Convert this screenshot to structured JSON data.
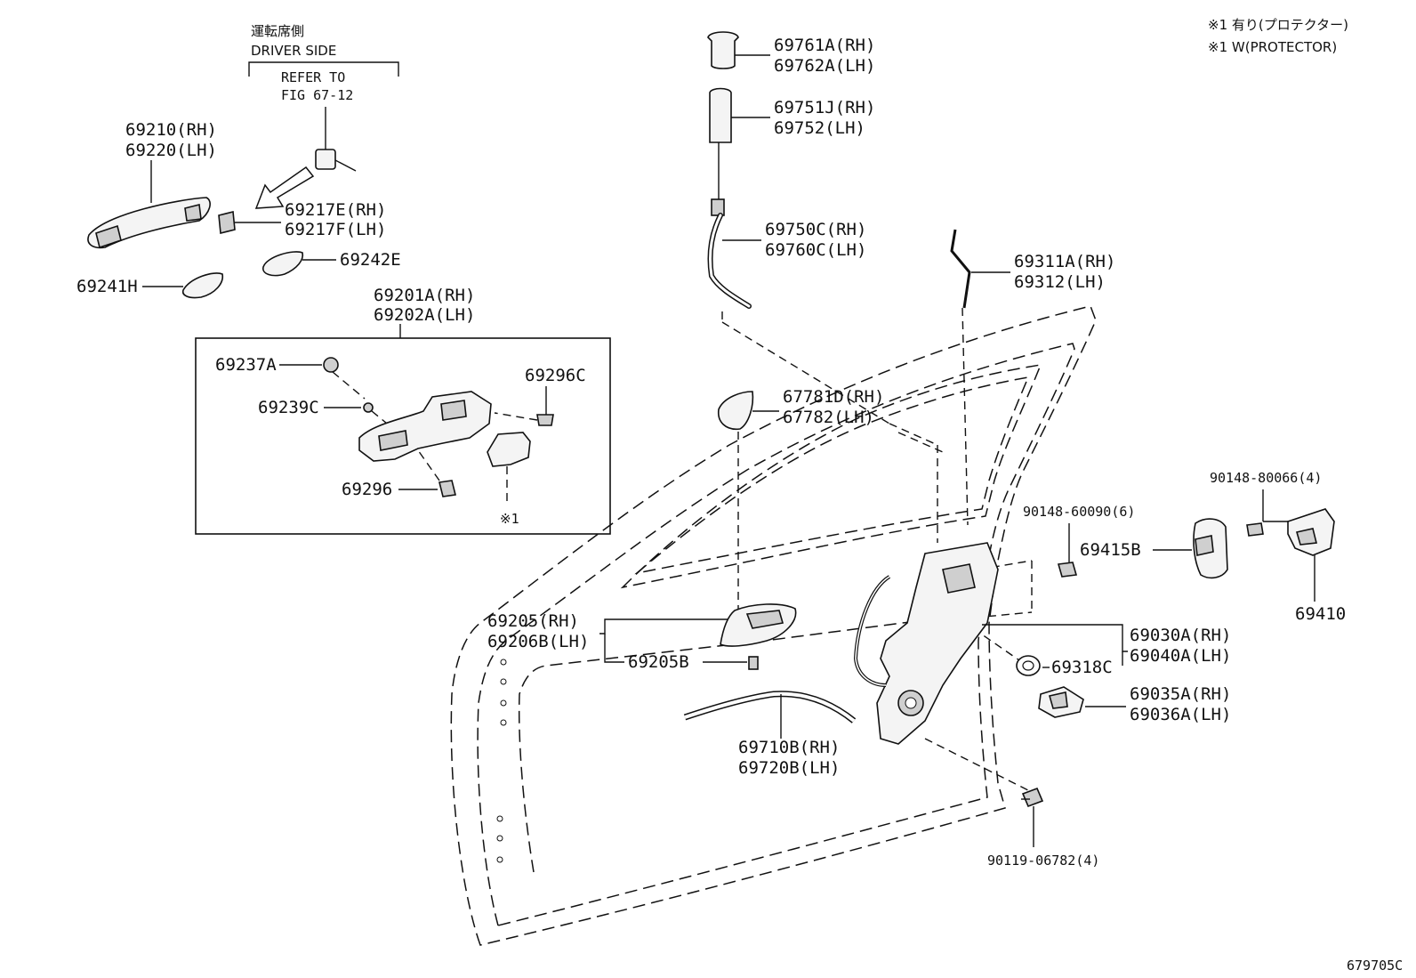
{
  "notes": {
    "line1": "※1 有り(プロテクター)",
    "line2": "※1 W(PROTECTOR)"
  },
  "driver_side": {
    "jp": "運転席側",
    "en": "DRIVER SIDE",
    "refer1": "REFER TO",
    "refer2": "FIG 67-12"
  },
  "figure_id": "679705C",
  "callouts": {
    "p69210": [
      "69210(RH)",
      "69220(LH)"
    ],
    "p69217": [
      "69217E(RH)",
      "69217F(LH)"
    ],
    "p69242": [
      "69242E"
    ],
    "p69241": [
      "69241H"
    ],
    "p69201": [
      "69201A(RH)",
      "69202A(LH)"
    ],
    "p69237": [
      "69237A"
    ],
    "p69239": [
      "69239C"
    ],
    "p69296c": [
      "69296C"
    ],
    "p69296": [
      "69296"
    ],
    "p_note1": [
      "※1"
    ],
    "p69761": [
      "69761A(RH)",
      "69762A(LH)"
    ],
    "p69751": [
      "69751J(RH)",
      "69752(LH)"
    ],
    "p69750": [
      "69750C(RH)",
      "69760C(LH)"
    ],
    "p69311": [
      "69311A(RH)",
      "69312(LH)"
    ],
    "p67781": [
      "67781D(RH)",
      "67782(LH)"
    ],
    "p90148_80066": [
      "90148-80066(4)"
    ],
    "p90148_60090": [
      "90148-60090(6)"
    ],
    "p69415": [
      "69415B"
    ],
    "p69410": [
      "69410"
    ],
    "p69205": [
      "69205(RH)",
      "69206B(LH)"
    ],
    "p69205b": [
      "69205B"
    ],
    "p69030": [
      "69030A(RH)",
      "69040A(LH)"
    ],
    "p69318": [
      "69318C"
    ],
    "p69035": [
      "69035A(RH)",
      "69036A(LH)"
    ],
    "p69710": [
      "69710B(RH)",
      "69720B(LH)"
    ],
    "p90119": [
      "90119-06782(4)"
    ]
  }
}
